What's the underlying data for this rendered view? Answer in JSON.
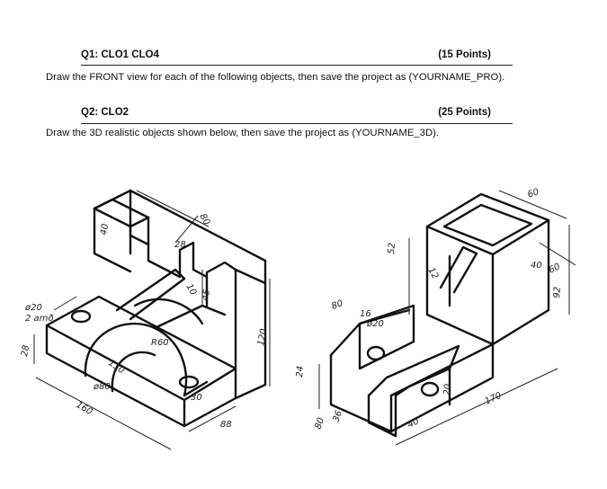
{
  "q1": {
    "title": "Q1: CLO1 CLO4",
    "points": "(15 Points)",
    "instruction": "Draw the FRONT view for each of the following objects, then save the project as (YOURNAME_PRO)."
  },
  "q2": {
    "title": "Q2: CLO2",
    "points": "(25 Points)",
    "instruction": "Draw the 3D realistic objects shown below, then save the project as (YOURNAME_3D)."
  },
  "drawing1": {
    "dims": {
      "d80top": "80",
      "d40": "40",
      "d28a": "28",
      "d10": "10",
      "d45": "45",
      "d20": "ø20",
      "d2am": "2 amð",
      "d28b": "28",
      "r60": "R60",
      "d130": "130",
      "d80b": "ø80",
      "d30": "30",
      "d160": "160",
      "d88": "88",
      "d120": "120"
    }
  },
  "drawing2": {
    "dims": {
      "d60": "60",
      "d52": "52",
      "d12": "12",
      "d40": "40",
      "d60b": "60",
      "d92": "92",
      "d80": "80",
      "d16": "16",
      "d20h": "ø20",
      "d24": "24",
      "d80b": "80",
      "d36": "36",
      "d40b": "40",
      "d20": "20",
      "d170": "170"
    }
  }
}
